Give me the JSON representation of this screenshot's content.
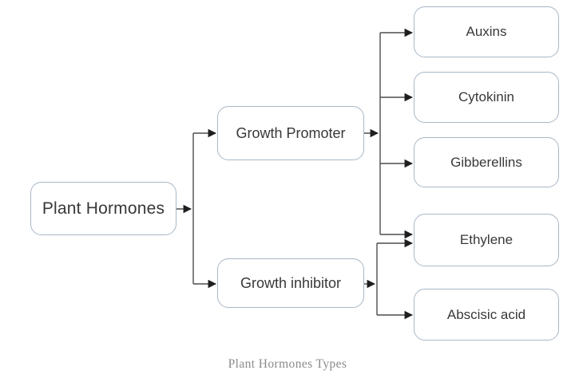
{
  "diagram": {
    "root": {
      "label": "Plant Hormones"
    },
    "branches": [
      {
        "label": "Growth Promoter"
      },
      {
        "label": "Growth inhibitor"
      }
    ],
    "leaves": [
      {
        "label": "Auxins"
      },
      {
        "label": "Cytokinin"
      },
      {
        "label": "Gibberellins"
      },
      {
        "label": "Ethylene"
      },
      {
        "label": "Abscisic acid"
      }
    ],
    "caption": "Plant Hormones Types",
    "colors": {
      "box_border": "#a9b7c6",
      "box_fill": "#ffffff",
      "line": "#4d4d4d",
      "arrowhead": "#1f1f1f",
      "text": "#383838",
      "caption_text": "#8a8a8a"
    }
  }
}
